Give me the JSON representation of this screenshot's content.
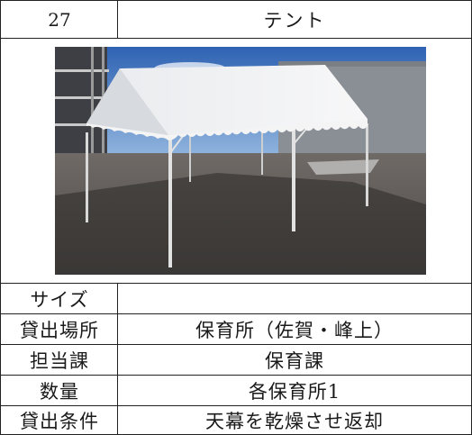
{
  "header": {
    "number": "27",
    "item_name": "テント"
  },
  "photo": {
    "subject": "tent-photo"
  },
  "details": {
    "size_label": "サイズ",
    "size_value": "",
    "location_label": "貸出場所",
    "location_value": "保育所（佐賀・峰上）",
    "section_label": "担当課",
    "section_value": "保育課",
    "quantity_label": "数量",
    "quantity_value": "各保育所1",
    "conditions_label": "貸出条件",
    "conditions_value": "天幕を乾燥させ返却"
  }
}
